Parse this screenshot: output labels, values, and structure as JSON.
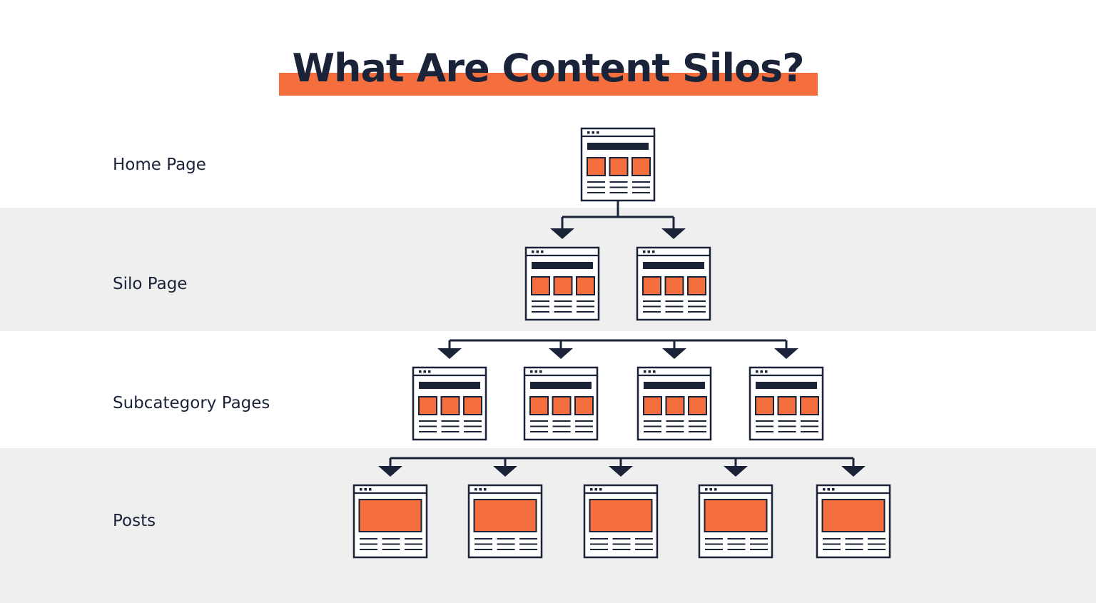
{
  "title": "What Are Content Silos?",
  "levels": [
    {
      "label": "Home Page",
      "pages": 1,
      "layout": "three-blocks"
    },
    {
      "label": "Silo Page",
      "pages": 2,
      "layout": "three-blocks"
    },
    {
      "label": "Subcategory Pages",
      "pages": 4,
      "layout": "three-blocks"
    },
    {
      "label": "Posts",
      "pages": 5,
      "layout": "single-block"
    }
  ],
  "colors": {
    "ink": "#1b2339",
    "accent": "#f56e3e",
    "band": "#efefef",
    "background": "#ffffff"
  },
  "icons": {
    "page": "webpage-icon",
    "connector": "arrow-down-icon"
  }
}
